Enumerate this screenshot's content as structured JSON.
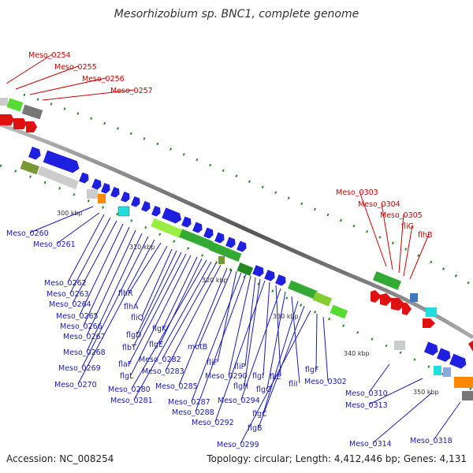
{
  "title": "Mesorhizobium sp. BNC1, complete genome",
  "accession": "Accession: NC_008254",
  "topology": "Topology: circular; Length: 4,412,446 bp; Genes: 4,131",
  "colors": {
    "forward": "#1f1fdf",
    "reverse": "#e01010",
    "label_blue": "#1a1ab8",
    "label_red": "#cc0000",
    "backbone": "#888888",
    "tick": "#2a8a2a"
  },
  "ticks": [
    {
      "label": "300 kbp"
    },
    {
      "label": "310 kbp"
    },
    {
      "label": "320 kbp"
    },
    {
      "label": "330 kbp"
    },
    {
      "label": "340 kbp"
    },
    {
      "label": "350 kbp"
    }
  ],
  "labels_red": [
    "Meso_0254",
    "Meso_0255",
    "Meso_0256",
    "Meso_0257",
    "Meso_0303",
    "Meso_0304",
    "Meso_0305",
    "fliG",
    "flhB"
  ],
  "labels_blue": [
    "Meso_0260",
    "Meso_0261",
    "Meso_0262",
    "Meso_0263",
    "Meso_0264",
    "Meso_0265",
    "Meso_0266",
    "Meso_0267",
    "Meso_0268",
    "Meso_0269",
    "Meso_0270",
    "flhR",
    "flhA",
    "fliQ",
    "flgD",
    "flbT",
    "flaF",
    "flgL",
    "flgK",
    "flgE",
    "Meso_0280",
    "Meso_0281",
    "Meso_0282",
    "Meso_0283",
    "Meso_0285",
    "motB",
    "fliF",
    "Meso_0287",
    "Meso_0288",
    "Meso_0290",
    "fliP",
    "flgH",
    "Meso_0292",
    "flgI",
    "fliE",
    "Meso_0294",
    "flgG",
    "fliI",
    "flgC",
    "flgB",
    "Meso_0299",
    "flgF",
    "Meso_0302",
    "Meso_0310",
    "Meso_0313",
    "Meso_0314",
    "Meso_0318"
  ]
}
